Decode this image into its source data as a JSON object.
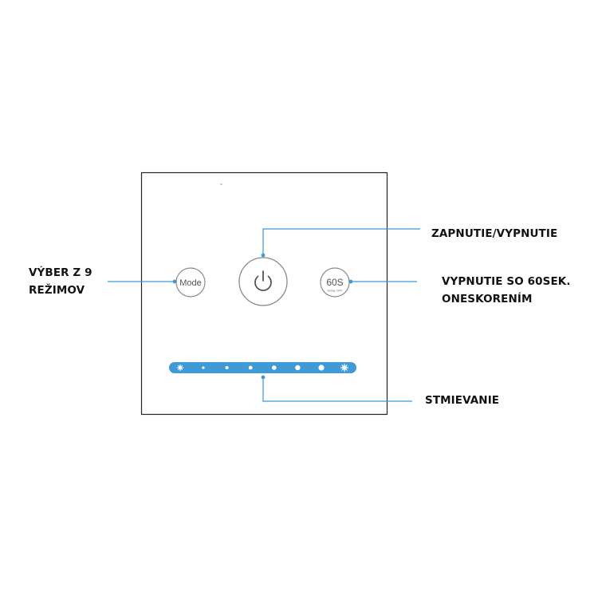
{
  "panel": {
    "mode_button_text": "Mode",
    "delay_button_main": "60S",
    "delay_button_sub": "Delay OFF",
    "power_icon": "power-icon",
    "dimmer_left_icon": "sun-dim-icon",
    "dimmer_right_icon": "sun-bright-icon",
    "dimmer_steps": 6
  },
  "callouts": {
    "mode": [
      "VÝBER Z 9",
      "REŽIMOV"
    ],
    "power": [
      "ZAPNUTIE/VYPNUTIE"
    ],
    "delay": [
      "VYPNUTIE SO 60SEK.",
      "ONESKORENÍM"
    ],
    "dimmer": [
      "STMIEVANIE"
    ]
  },
  "colors": {
    "accent_line": "#3a9ad6",
    "dimmer_bar": "#3f9ad6",
    "button_outline": "#8a8a8a",
    "panel_border": "#222222",
    "label_text": "#111111"
  }
}
